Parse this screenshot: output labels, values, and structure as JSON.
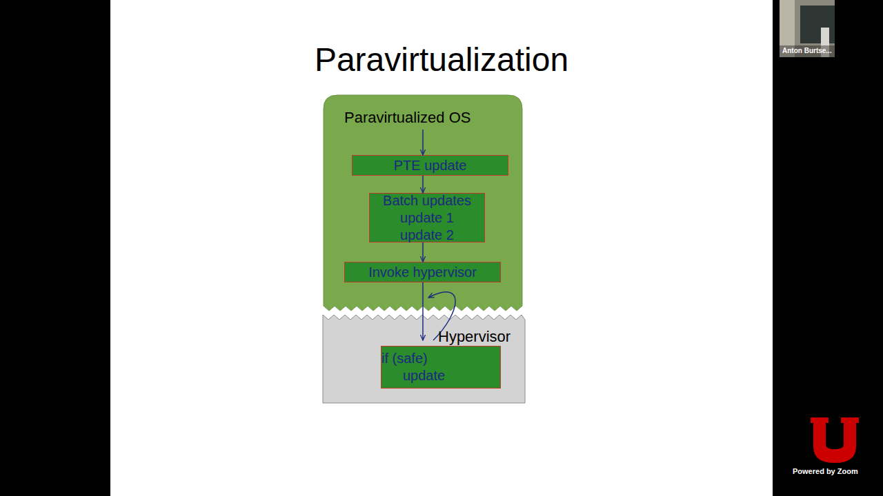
{
  "diagram": {
    "title": "Paravirtualization",
    "nodes": [
      {
        "text": [
          "Paravirtualized OS"
        ]
      },
      {
        "text": [
          "PTE update"
        ],
        "in": 0
      },
      {
        "text": [
          "Batch updates",
          "update 1",
          "update 2"
        ],
        "in": 0
      },
      {
        "text": [
          "Invoke hypervisor"
        ],
        "in": 0
      },
      {
        "text": [
          "Hypervisor"
        ]
      },
      {
        "text": [
          "if (safe)",
          "update"
        ],
        "in": 4
      }
    ],
    "edges": [
      {
        "from": 0,
        "to": 1,
        "arrow": "to"
      },
      {
        "from": 1,
        "to": 2,
        "arrow": "to"
      },
      {
        "from": 2,
        "to": 3,
        "arrow": "to"
      },
      {
        "from": 3,
        "to": 5,
        "arrow": "to"
      },
      {
        "from": 5,
        "to": 3,
        "arrow": "to"
      }
    ],
    "labels": [
      "Anton Burtse...",
      "Powered by Zoom"
    ]
  }
}
